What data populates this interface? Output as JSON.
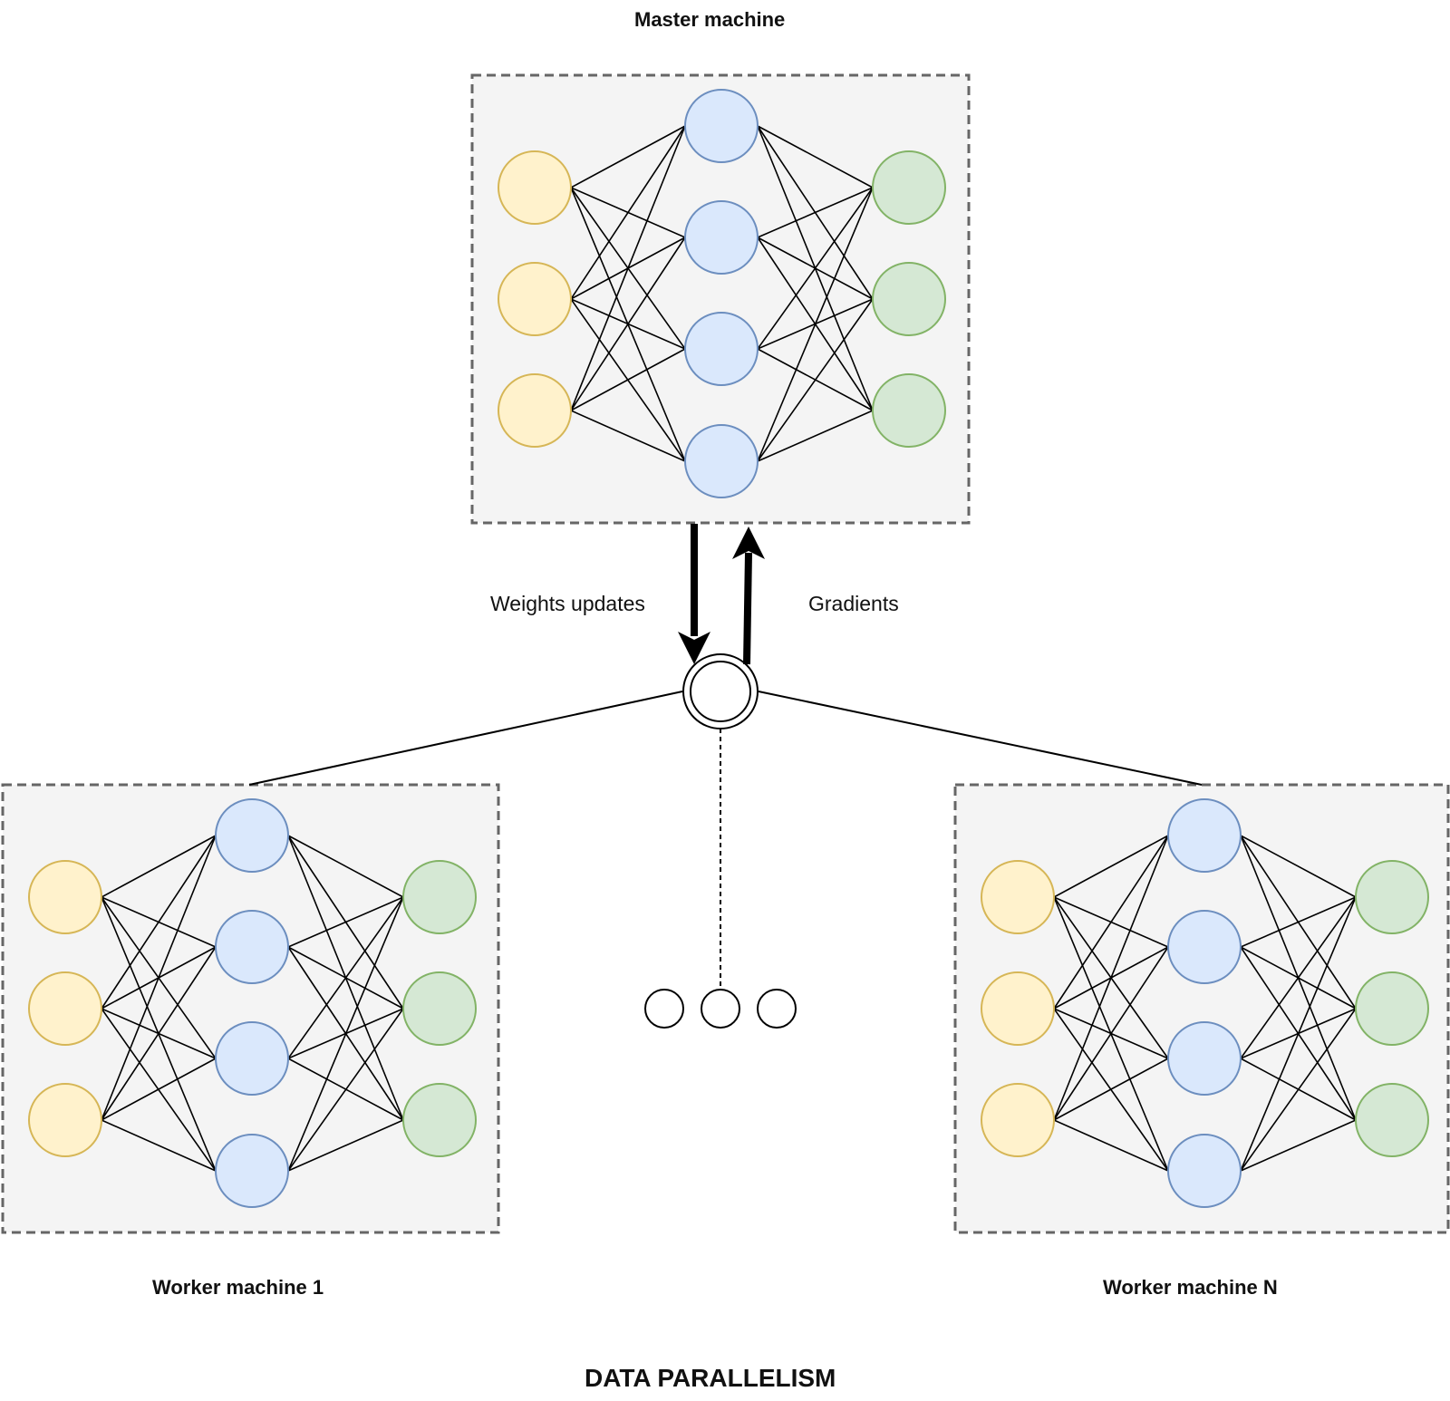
{
  "title": "DATA PARALLELISM",
  "master": {
    "label": "Master machine"
  },
  "workers": [
    {
      "label": "Worker machine 1"
    },
    {
      "label": "Worker machine N"
    }
  ],
  "flows": {
    "down_label": "Weights updates",
    "up_label": "Gradients"
  },
  "network": {
    "layers": [
      {
        "role": "input",
        "count": 3
      },
      {
        "role": "hidden",
        "count": 4
      },
      {
        "role": "output",
        "count": 3
      }
    ]
  },
  "colors": {
    "panel_fill": "#f4f4f4",
    "panel_border": "#666666",
    "input_fill": "#fff2cc",
    "input_stroke": "#d6b656",
    "hidden_fill": "#dae8fc",
    "hidden_stroke": "#6c8ebf",
    "output_fill": "#d5e8d4",
    "output_stroke": "#82b366",
    "edge": "#000000"
  }
}
